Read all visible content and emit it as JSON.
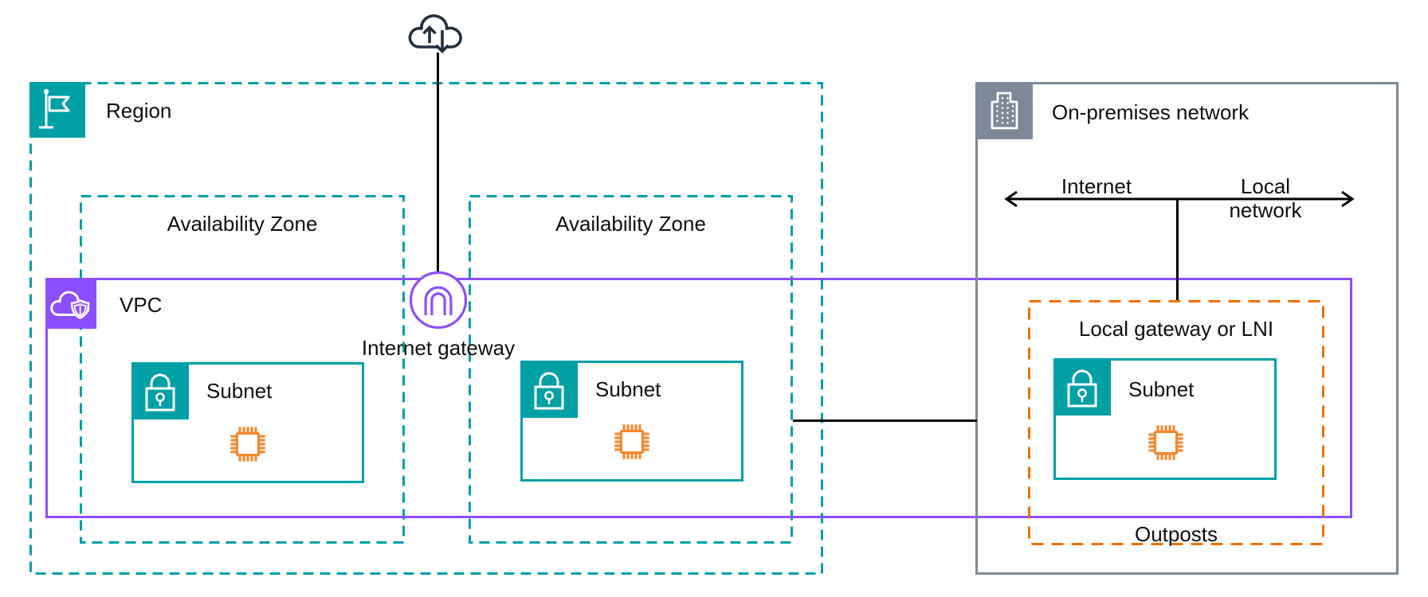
{
  "colors": {
    "teal": "#00A0A5",
    "purple": "#8C4FFF",
    "orange": "#ED7100",
    "chip": "#F5882F",
    "gray": "#7D8998",
    "dark": "#232F3E",
    "line": "#000000"
  },
  "nodes": {
    "region": "Region",
    "az1": "Availability Zone",
    "az2": "Availability Zone",
    "vpc": "VPC",
    "internet_gateway": "Internet gateway",
    "subnet1": "Subnet",
    "subnet2": "Subnet",
    "subnet3": "Subnet",
    "on_premises": "On-premises network",
    "local_gateway": "Local gateway or LNI",
    "outposts": "Outposts",
    "arrow_left": "Internet",
    "arrow_right": "Local network"
  }
}
